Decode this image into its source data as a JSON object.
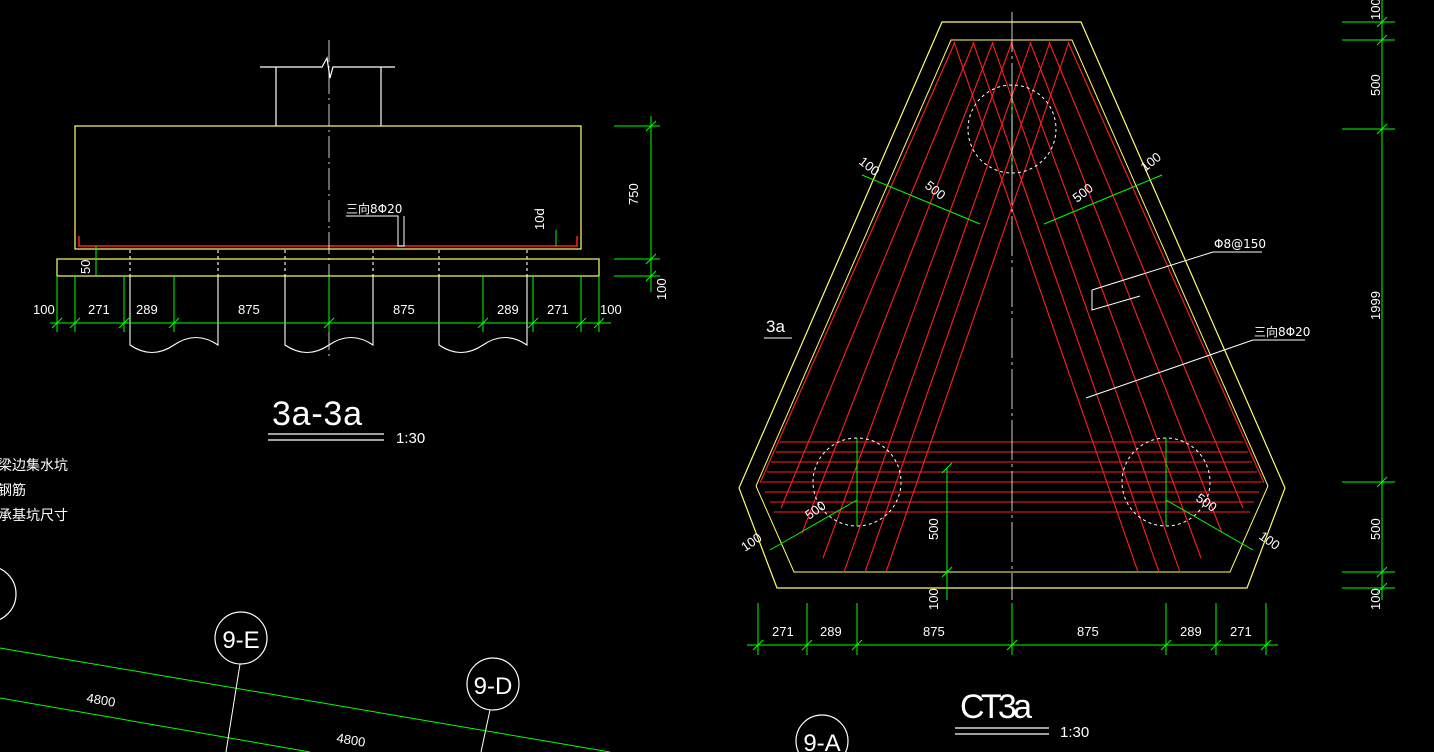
{
  "section_view": {
    "title": "3a-3a",
    "scale": "1:30",
    "rebar_callout": "三向8Φ20",
    "label_10d": "10d",
    "height_750": "750",
    "height_50": "50",
    "height_100": "100",
    "dims": [
      "100",
      "271",
      "289",
      "875",
      "875",
      "289",
      "271",
      "100"
    ]
  },
  "plan_view": {
    "title": "CT3a",
    "scale": "1:30",
    "section_mark": "3a",
    "rebar_spacing": "Φ8@150",
    "rebar_callout": "三向8Φ20",
    "edge_left": "100",
    "edge_right": "100",
    "edge_bl": "100",
    "edge_br": "100",
    "r_tl": "500",
    "r_tr": "500",
    "r_bl": "500",
    "r_br": "500",
    "v_500": "500",
    "v_100": "100",
    "bottom_dims": [
      "271",
      "289",
      "875",
      "875",
      "289",
      "271"
    ]
  },
  "right_dims": [
    "100",
    "500",
    "1999",
    "500",
    "100"
  ],
  "notes": [
    "梁边集水坑",
    "钢筋",
    "承基坑尺寸"
  ],
  "grid": {
    "bubbles": [
      "9-E",
      "9-D",
      "9-A"
    ],
    "spans": [
      "4800",
      "4800"
    ]
  },
  "colors": {
    "outline": "#ffff66",
    "rebar": "#ff2020",
    "dimension": "#00ff00",
    "centerline": "#ffffff",
    "pile": "#ffffff"
  }
}
